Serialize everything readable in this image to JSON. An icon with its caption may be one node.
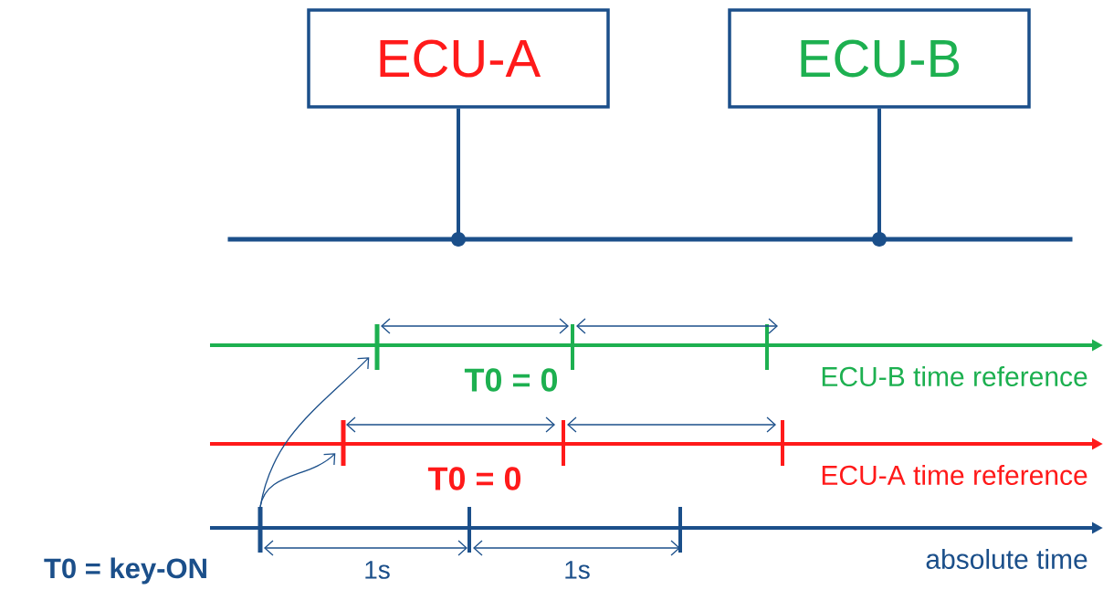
{
  "diagram": {
    "nodes": [
      {
        "text": [
          "ECU-A"
        ]
      },
      {
        "text": [
          "ECU-B"
        ]
      },
      {
        "text": [],
        "shape": "bar"
      },
      {
        "text": [],
        "shape": "bar",
        "beside": [
          "T0 = 0"
        ]
      },
      {
        "text": [],
        "shape": "bar",
        "beside": [
          "T0 = 0"
        ]
      },
      {
        "text": [],
        "shape": "bar",
        "beside": [
          "T0 = key-ON"
        ]
      }
    ],
    "edges": [
      {
        "from": 0,
        "to": 2,
        "arrow": "other",
        "style": "thick"
      },
      {
        "from": 1,
        "to": 2,
        "arrow": "other",
        "style": "thick"
      },
      {
        "from": 5,
        "to": 3,
        "arrow": "to"
      },
      {
        "from": 5,
        "to": 4,
        "arrow": "to"
      }
    ],
    "labels": [
      "ECU-B time reference",
      "ECU-A time reference",
      "absolute time",
      "1s",
      "1s"
    ]
  }
}
